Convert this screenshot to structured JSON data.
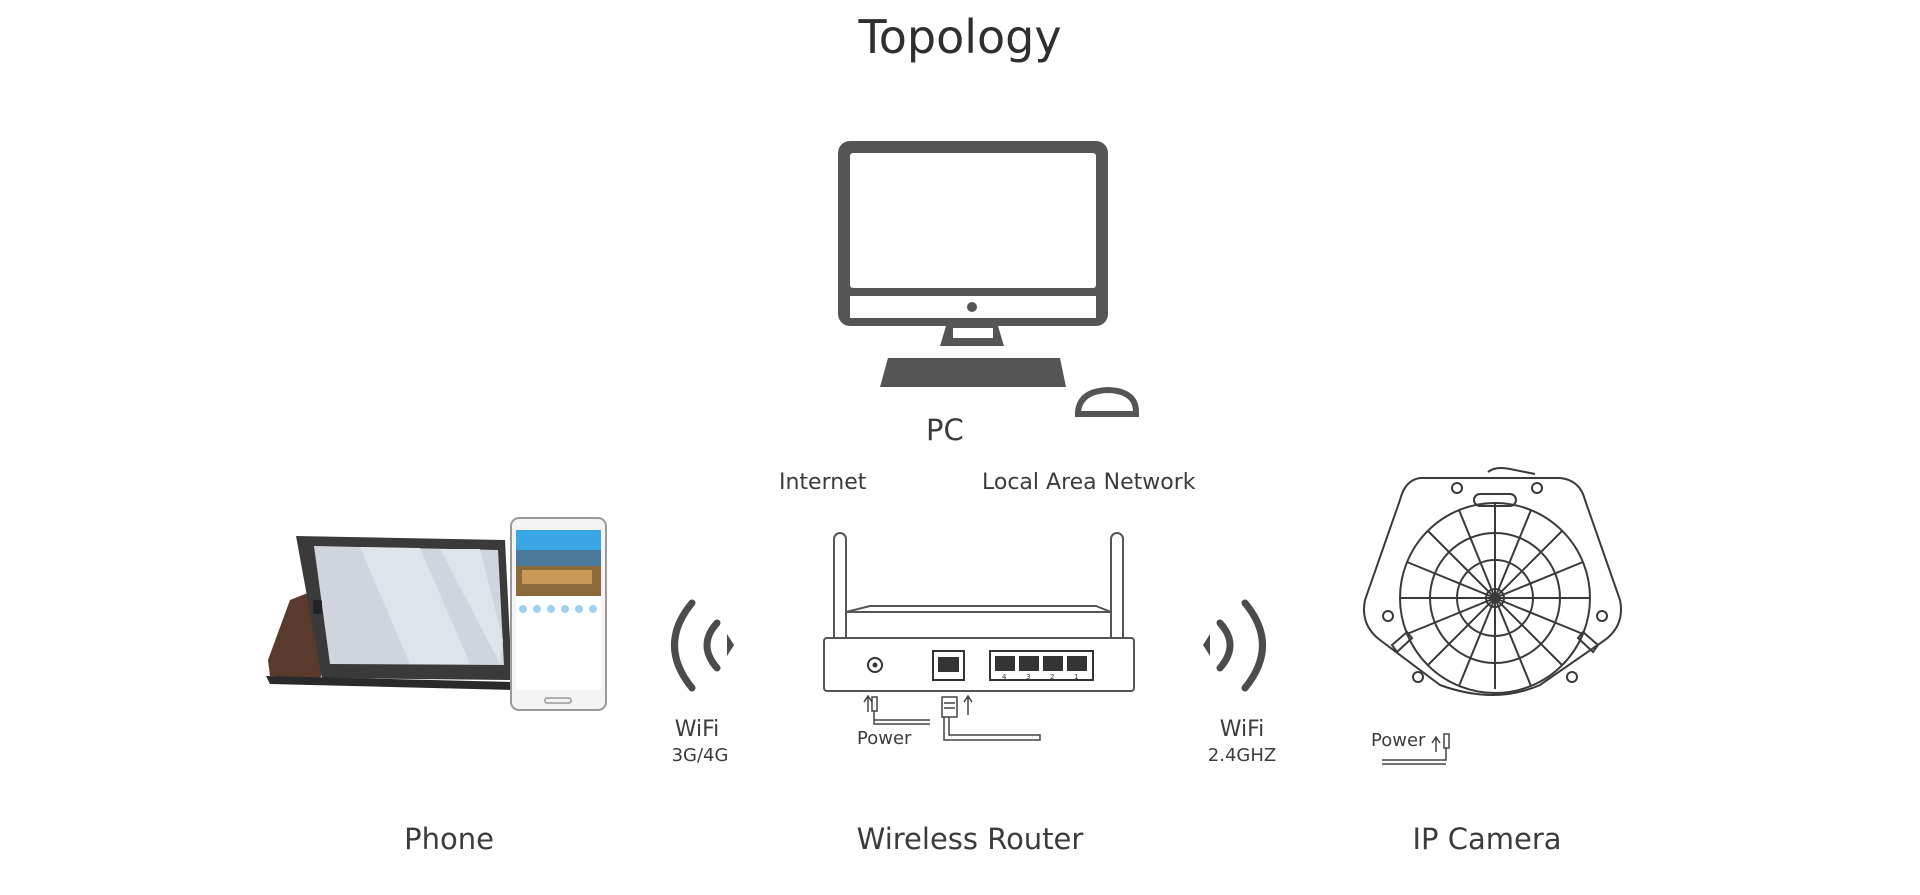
{
  "title": "Topology",
  "nodes": {
    "pc": "PC",
    "phone": "Phone",
    "router": "Wireless Router",
    "camera": "IP Camera"
  },
  "links": {
    "internet": "Internet",
    "lan": "Local Area Network",
    "wifi_left": {
      "label": "WiFi",
      "band": "3G/4G"
    },
    "wifi_right": {
      "label": "WiFi",
      "band": "2.4GHZ"
    },
    "router_power": "Power",
    "camera_power": "Power"
  },
  "router_ports": [
    "4",
    "3",
    "2",
    "1"
  ],
  "colors": {
    "icon": "#555555",
    "line": "#444444",
    "text": "#3c3c3c"
  }
}
